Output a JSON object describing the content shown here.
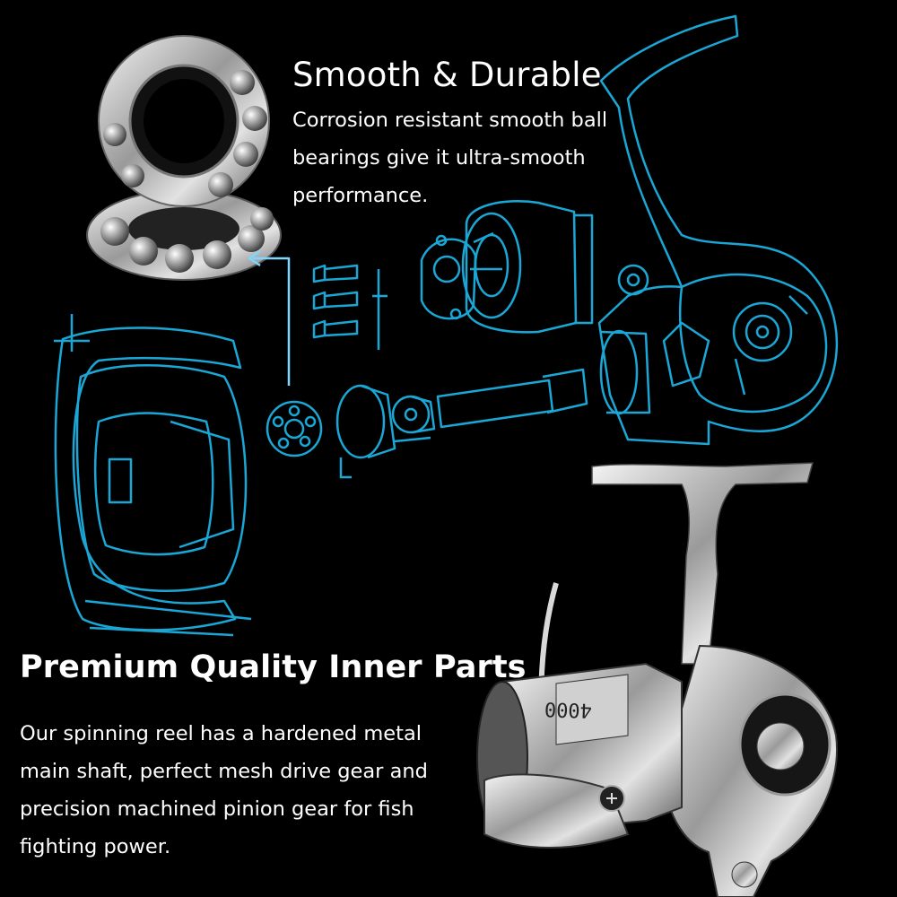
{
  "section_top": {
    "title": "Smooth & Durable",
    "description_lines": [
      "Corrosion resistant smooth ball",
      "bearings give it ultra-smooth",
      "performance."
    ]
  },
  "section_bottom": {
    "title": "Premium Quality Inner Parts",
    "description_lines": [
      "Our spinning reel has a hardened metal",
      "main shaft, perfect mesh drive gear and",
      "precision machined pinion gear for fish",
      "fighting power."
    ]
  },
  "reel": {
    "spool_marking": "4000"
  },
  "colors": {
    "background": "#000000",
    "blueprint": "#1aa7d6",
    "metal": "#c8c8c8",
    "text": "#ffffff"
  }
}
